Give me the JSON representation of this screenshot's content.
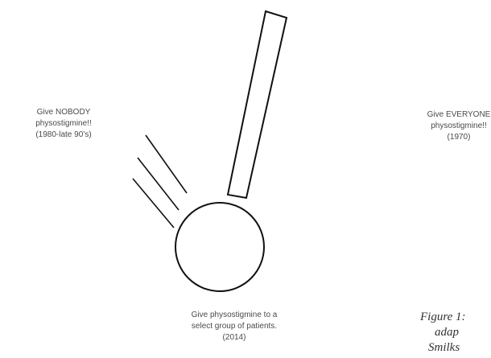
{
  "labels": {
    "left": {
      "line1": "Give NOBODY",
      "line2": "physostigmine!!",
      "line3": "(1980-late 90’s)"
    },
    "right": {
      "line1": "Give EVERYONE",
      "line2": "physostigmine!!",
      "line3": "(1970)"
    },
    "bottom": {
      "line1": "Give physostigmine to a",
      "line2": "select group of patients.",
      "line3": "(2014)"
    }
  },
  "caption": {
    "line1": "Figure 1:",
    "line2": "adap",
    "line3": "Smilks"
  },
  "colors": {
    "stroke": "#111111",
    "text": "#4a4a4a"
  }
}
